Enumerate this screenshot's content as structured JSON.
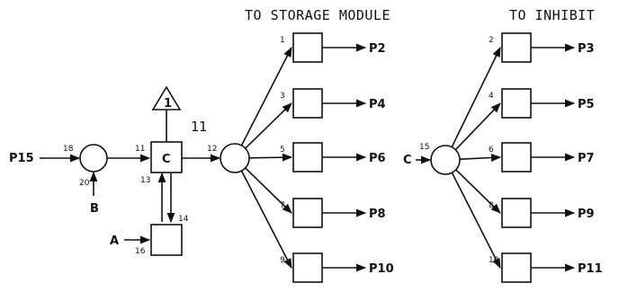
{
  "headers": {
    "storage": "TO STORAGE MODULE",
    "inhibit": "TO INHIBIT"
  },
  "inputs": {
    "p15": "P15",
    "b": "B",
    "a": "A",
    "c": "C"
  },
  "center_box_label": "C",
  "triangle_label": "1",
  "tag_11": "11",
  "numbers": {
    "n18": "18",
    "n20": "20",
    "n11": "11",
    "n13": "13",
    "n14": "14",
    "n16": "16",
    "n12": "12",
    "n15": "15"
  },
  "storage_branches": [
    {
      "num": "1",
      "out": "P2"
    },
    {
      "num": "3",
      "out": "P4"
    },
    {
      "num": "5",
      "out": "P6"
    },
    {
      "num": "7",
      "out": "P8"
    },
    {
      "num": "9",
      "out": "P10"
    }
  ],
  "inhibit_branches": [
    {
      "num": "2",
      "out": "P3"
    },
    {
      "num": "4",
      "out": "P5"
    },
    {
      "num": "6",
      "out": "P7"
    },
    {
      "num": "8",
      "out": "P9"
    },
    {
      "num": "10",
      "out": "P11"
    }
  ]
}
